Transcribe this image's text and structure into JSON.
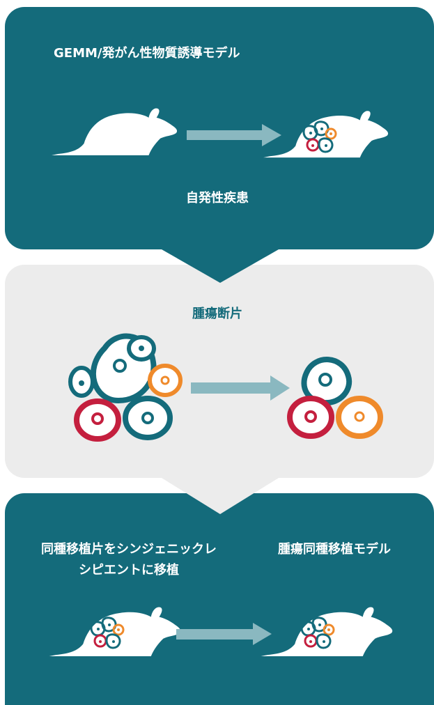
{
  "colors": {
    "teal": "#146b7b",
    "light_panel": "#ececec",
    "arrow": "#8ab8c0",
    "red": "#c41f3e",
    "orange": "#ef8a2b",
    "white": "#ffffff"
  },
  "icons": [
    "mouse-icon",
    "tumor-mouse-icon",
    "arrow-icon",
    "tumor-cells-icon"
  ],
  "top": {
    "title": "GEMM/発がん性物質誘導モデル",
    "caption": "自発性疾患"
  },
  "middle": {
    "title": "腫瘍断片"
  },
  "bottom": {
    "left_line1": "同種移植片をシンジェニックレ",
    "left_line2": "シピエントに移植",
    "right_title": "腫瘍同種移植モデル"
  }
}
